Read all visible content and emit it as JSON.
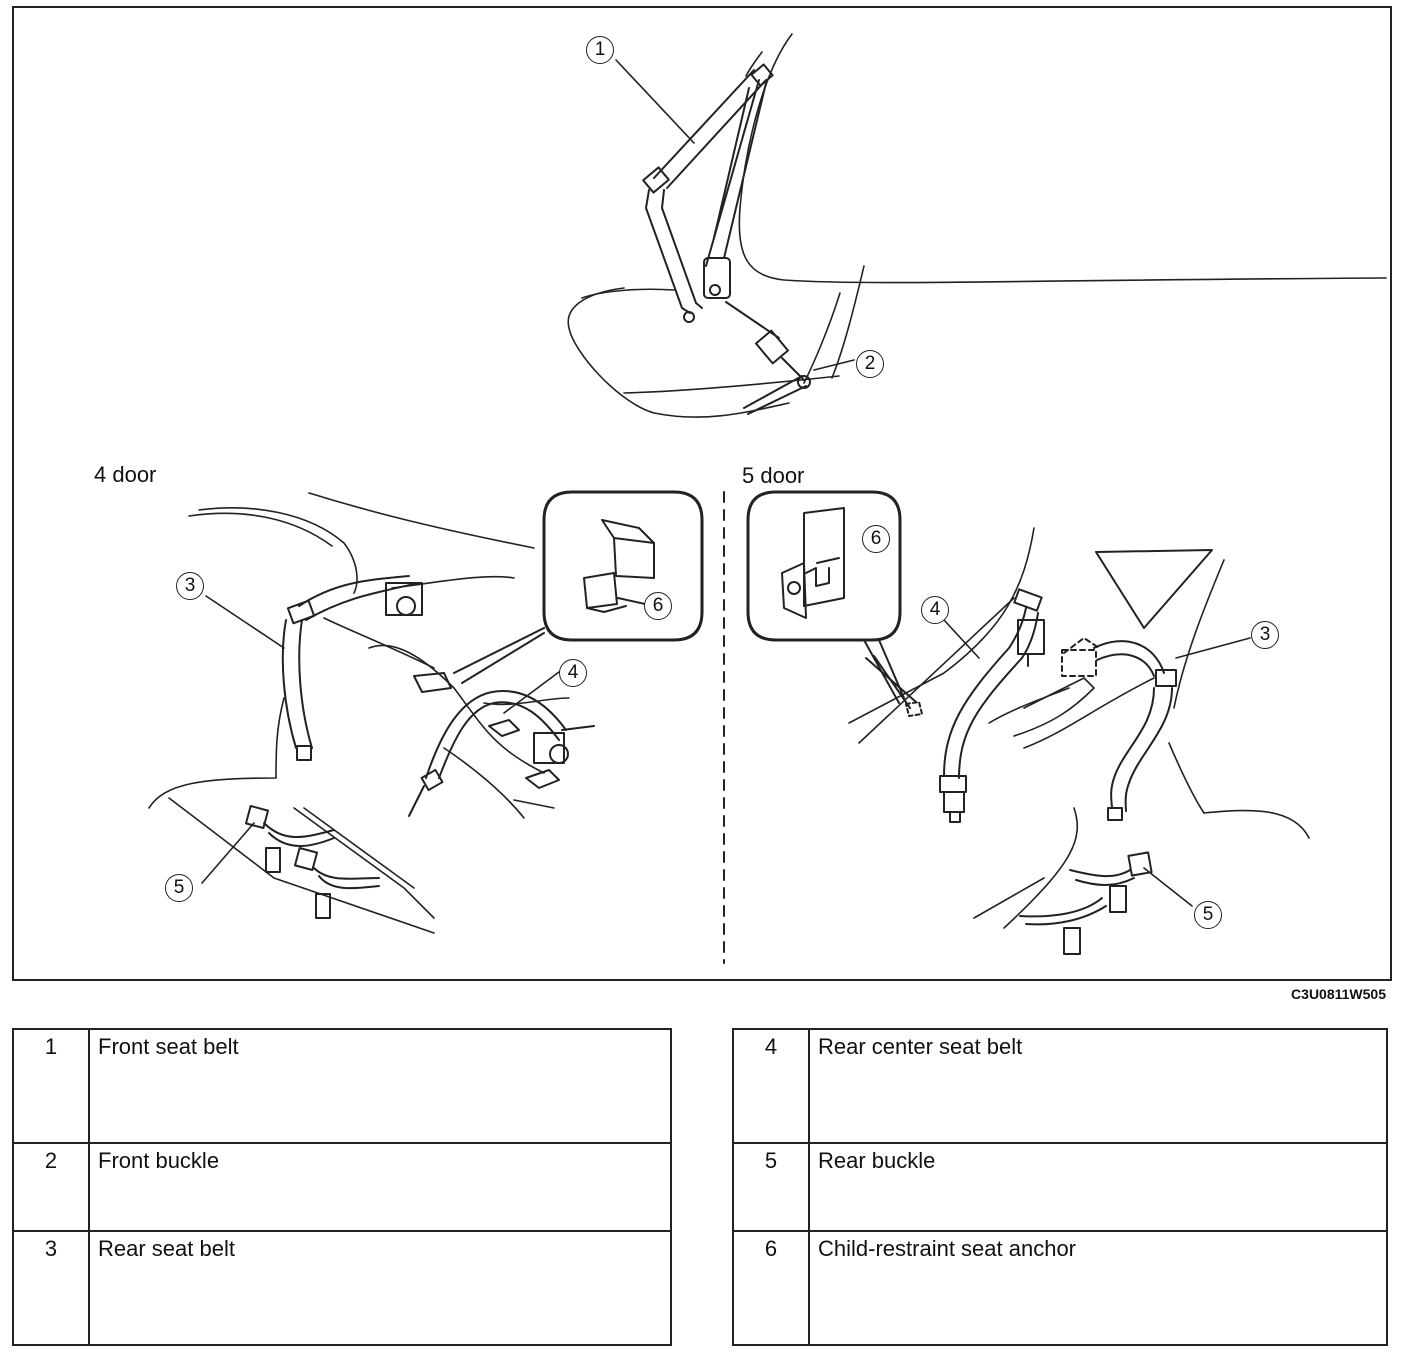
{
  "figure": {
    "sections": {
      "four_door": "4 door",
      "five_door": "5 door"
    },
    "callouts": {
      "front_seat_belt": "1",
      "front_buckle": "2",
      "rear_seat_belt": "3",
      "rear_center_seat_belt": "4",
      "rear_buckle": "5",
      "child_restraint_anchor": "6"
    },
    "code": "C3U0811W505"
  },
  "legend": {
    "left": [
      {
        "num": "1",
        "label": "Front seat belt"
      },
      {
        "num": "2",
        "label": "Front buckle"
      },
      {
        "num": "3",
        "label": "Rear seat belt"
      }
    ],
    "right": [
      {
        "num": "4",
        "label": "Rear center seat belt"
      },
      {
        "num": "5",
        "label": "Rear buckle"
      },
      {
        "num": "6",
        "label": "Child-restraint seat anchor"
      }
    ]
  }
}
